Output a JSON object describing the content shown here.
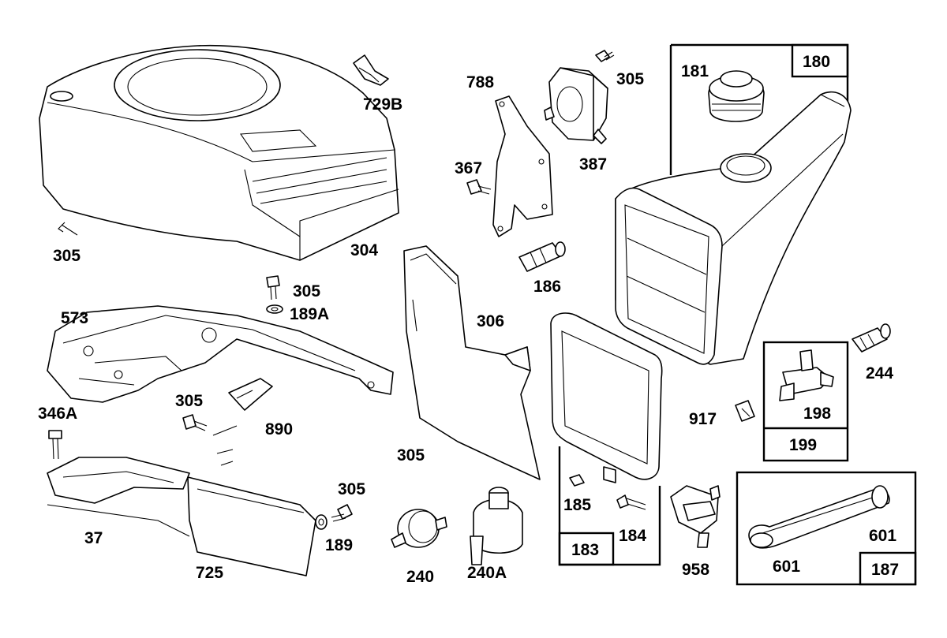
{
  "labels": {
    "l305a": "305",
    "l304": "304",
    "l729b": "729B",
    "l788": "788",
    "l305b": "305",
    "l387": "387",
    "l367": "367",
    "l186": "186",
    "l181": "181",
    "l180": "180",
    "l305c": "305",
    "l189a": "189A",
    "l573": "573",
    "l306": "306",
    "l244": "244",
    "l305d": "305",
    "l890": "890",
    "l346a": "346A",
    "l305e": "305",
    "l917": "917",
    "l198": "198",
    "l199": "199",
    "l305f": "305",
    "l185": "185",
    "l37": "37",
    "l189": "189",
    "l184": "184",
    "l240": "240",
    "l240a": "240A",
    "l183": "183",
    "l958": "958",
    "l601a": "601",
    "l601b": "601",
    "l187": "187",
    "l725": "725"
  }
}
